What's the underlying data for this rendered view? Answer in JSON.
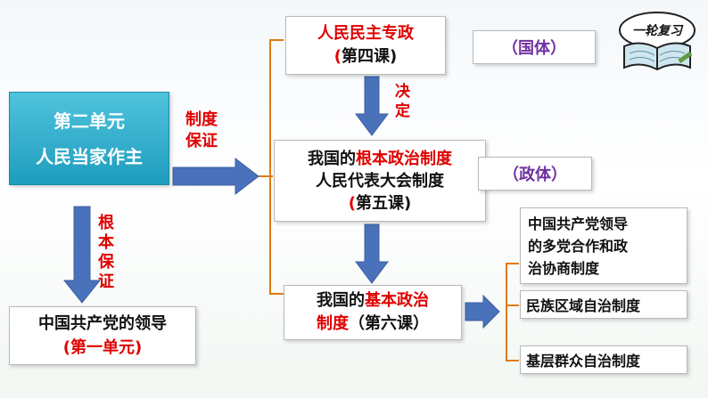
{
  "badge": {
    "label": "一轮复习"
  },
  "unit": {
    "title_line1": "第二单元",
    "title_line2": "人民当家作主"
  },
  "labels": {
    "system_guarantee_line1": "制度",
    "system_guarantee_line2": "保证",
    "decide_line1": "决",
    "decide_line2": "定",
    "root_guarantee": [
      "根",
      "本",
      "保",
      "证"
    ]
  },
  "box_dictatorship": {
    "title": "人民民主专政",
    "lesson_open": "(",
    "lesson": "第四课)"
  },
  "box_nature": {
    "label": "（国体）"
  },
  "box_fundamental": {
    "prefix": "我国的",
    "highlight": "根本政治制度",
    "line2": "人民代表大会制度",
    "lesson_open": "(",
    "lesson": "第五课)"
  },
  "box_form": {
    "label": "（政体）"
  },
  "box_basic": {
    "prefix": "我国的",
    "highlight1": "基本政治",
    "highlight2": "制度",
    "lesson": "（第六课）"
  },
  "box_party": {
    "line1": "中国共产党的领导",
    "line2": "(第一单元)"
  },
  "basic_systems": [
    {
      "lines": [
        "中国共产党领导",
        "的多党合作和政",
        "治协商制度"
      ]
    },
    {
      "lines": [
        "民族区域自治制度"
      ]
    },
    {
      "lines": [
        "基层群众自治制度"
      ]
    }
  ]
}
